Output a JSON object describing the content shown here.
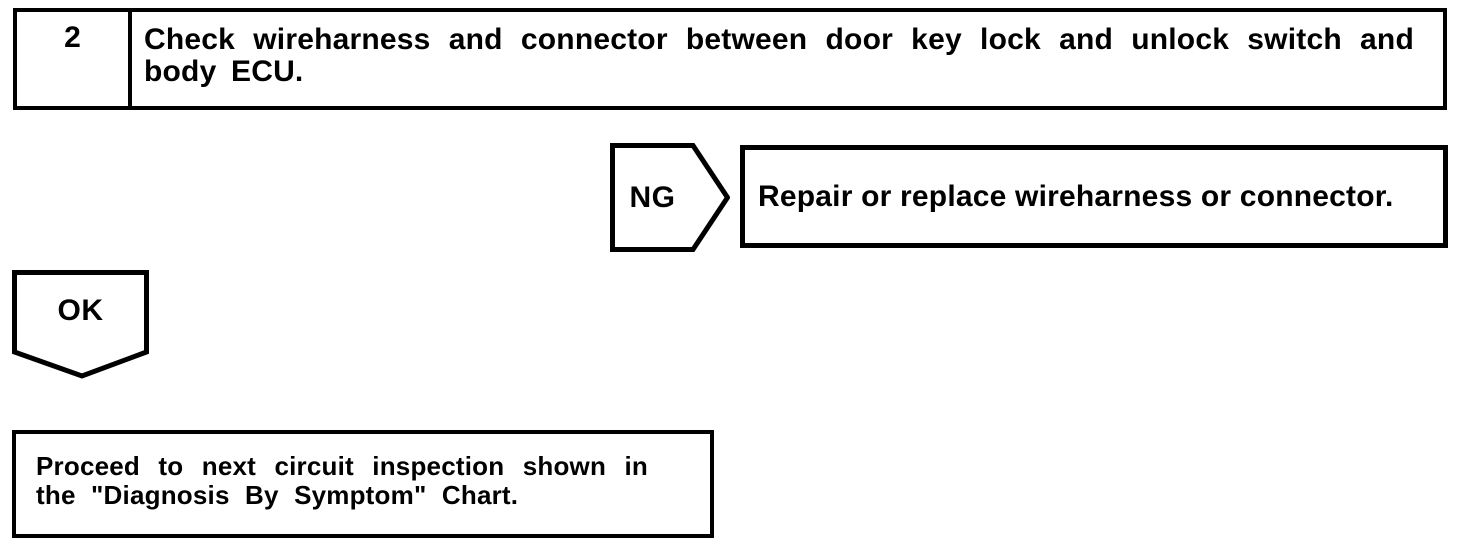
{
  "colors": {
    "line": "#000000",
    "background": "#ffffff",
    "text": "#000000"
  },
  "flowchart": {
    "step": {
      "number": "2",
      "instruction": "Check wireharness and connector between door key lock and unlock switch and body ECU."
    },
    "ng_branch": {
      "label": "NG",
      "action": "Repair or replace wireharness or connector."
    },
    "ok_branch": {
      "label": "OK",
      "action": "Proceed to next circuit inspection shown in the \"Diagnosis By Symptom\" Chart."
    }
  }
}
